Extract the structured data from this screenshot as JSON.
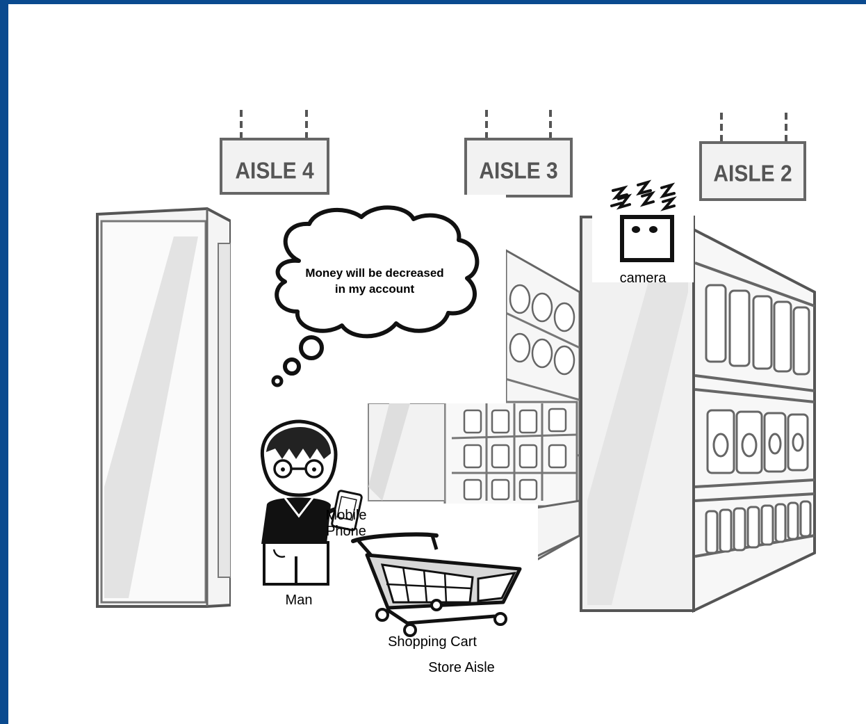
{
  "colors": {
    "frame_border": "#0a4a8f"
  },
  "signs": [
    {
      "text": "AISLE 4"
    },
    {
      "text": "AISLE 3"
    },
    {
      "text": "AISLE 2"
    }
  ],
  "thought_bubble": {
    "line1": "Money will be decreased",
    "line2": "in my account"
  },
  "labels": {
    "camera": "camera",
    "mobile_line1": "Mobile",
    "mobile_line2": "Phone",
    "man": "Man",
    "cart": "Shopping Cart",
    "aisle": "Store Aisle"
  },
  "icons": [
    "camera-icon",
    "man-icon",
    "mobile-phone-icon",
    "shopping-cart-icon",
    "thought-bubble-icon",
    "shelf-icon"
  ]
}
